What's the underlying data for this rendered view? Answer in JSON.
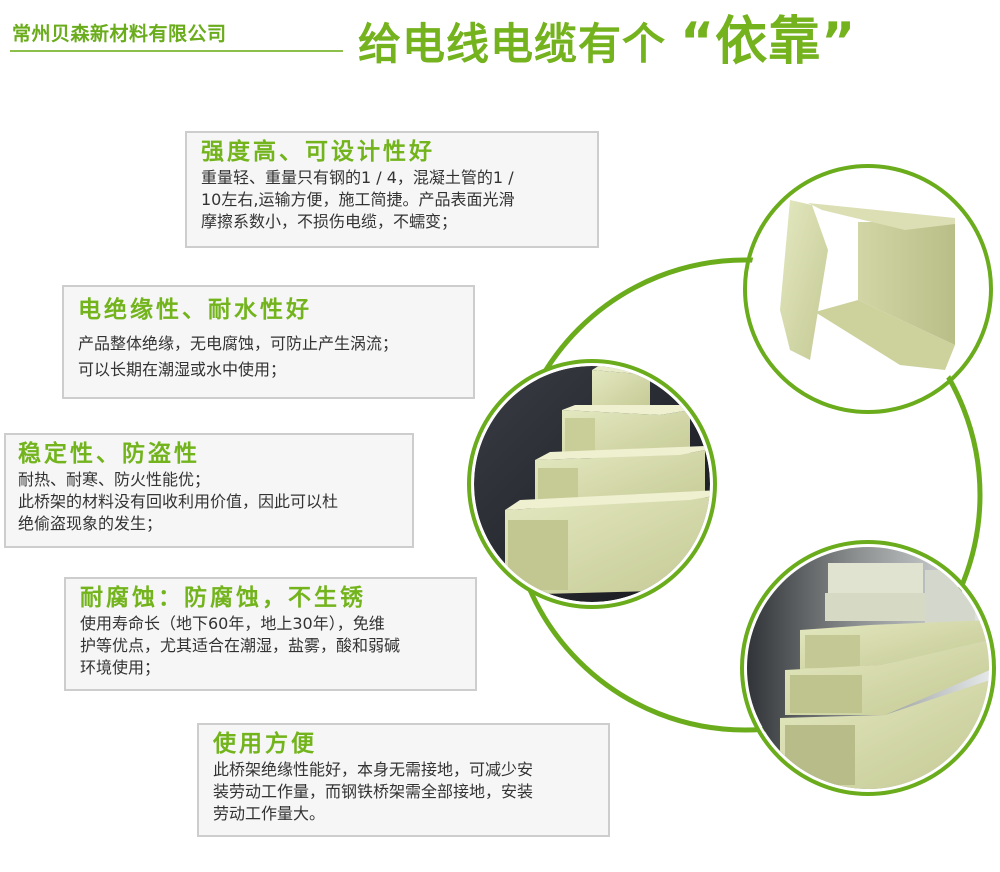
{
  "header": {
    "company_name": "常州贝森新材料有限公司",
    "title_prefix": "给电线电缆有个",
    "title_emphasis": "“依靠”"
  },
  "colors": {
    "brand_green": "#74b21e",
    "box_background": "#f6f6f6",
    "box_border": "#cdcdcd",
    "body_text": "#333333"
  },
  "features": [
    {
      "title": "强度高、可设计性好",
      "lines": [
        "重量轻、重量只有钢的1 / 4，混凝土管的1 /",
        "10左右,运输方便，施工简捷。产品表面光滑",
        "摩擦系数小，不损伤电缆，不蠕变；"
      ]
    },
    {
      "title": "电绝缘性、耐水性好",
      "lines": [
        "产品整体绝缘，无电腐蚀，可防止产生涡流；",
        "可以长期在潮湿或水中使用；"
      ]
    },
    {
      "title": "稳定性、防盗性",
      "lines": [
        "耐热、耐寒、防火性能优；",
        "此桥架的材料没有回收利用价值，因此可以杜",
        "绝偷盗现象的发生；"
      ]
    },
    {
      "title": "耐腐蚀：防腐蚀，不生锈",
      "lines": [
        "使用寿命长（地下60年，地上30年），免维",
        "护等优点，尤其适合在潮湿，盐雾，酸和弱碱",
        "环境使用；"
      ]
    },
    {
      "title": "使用方便",
      "lines": [
        "此桥架绝缘性能好，本身无需接地，可减少安",
        "装劳动工作量，而钢铁桥架需全部接地，安装",
        "劳动工作量大。"
      ]
    }
  ],
  "product_images": [
    {
      "name": "stacked-cable-trays-dark-background"
    },
    {
      "name": "open-cable-tray-with-cover"
    },
    {
      "name": "cable-tray-stack-warehouse"
    }
  ]
}
